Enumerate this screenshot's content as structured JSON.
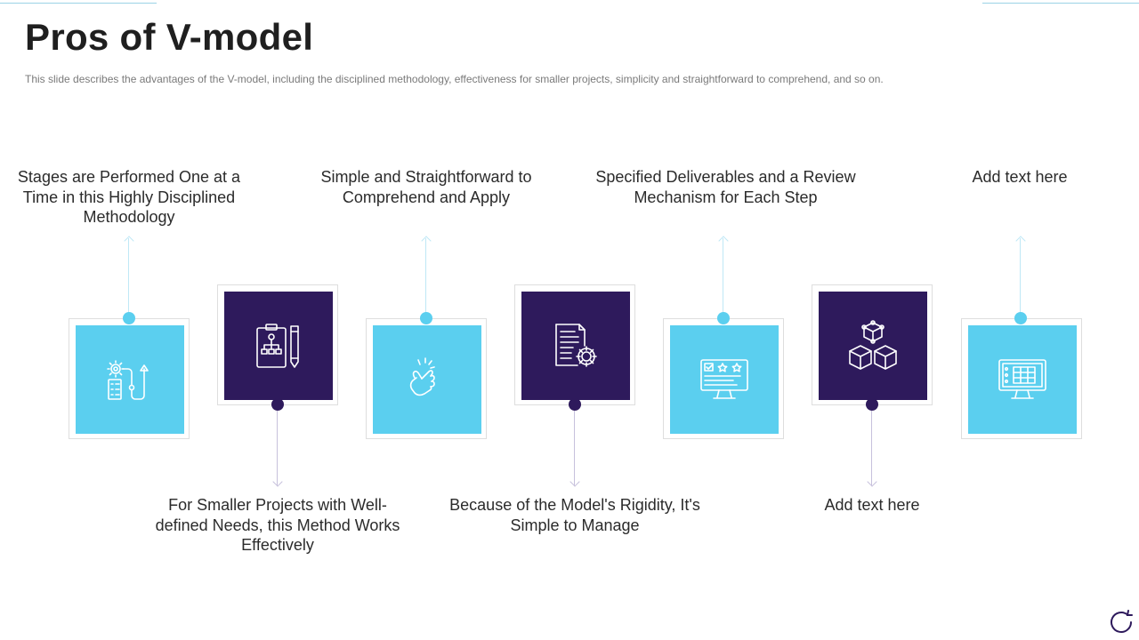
{
  "slide": {
    "title": "Pros of V-model",
    "subtitle": "This slide describes the advantages  of the V-model, including the disciplined methodology,  effectiveness  for smaller projects, simplicity and straightforward  to comprehend,  and so on."
  },
  "points": {
    "top": [
      "Stages are Performed One at a Time in this Highly Disciplined Methodology",
      "Simple and Straightforward to Comprehend and Apply",
      "Specified Deliverables and a Review Mechanism for Each Step",
      "Add text here"
    ],
    "bottom": [
      "For Smaller Projects with Well-defined Needs, this Method Works Effectively",
      "Because of the Model's Rigidity, It's Simple to Manage",
      "Add text here"
    ]
  },
  "icons": [
    "workflow-checklist-icon",
    "org-chart-clipboard-pencil-icon",
    "snap-fingers-icon",
    "document-gear-icon",
    "monitor-rating-icon",
    "cubes-icon",
    "monitor-grid-icon"
  ],
  "colors": {
    "light_tile": "#5bcfef",
    "dark_tile": "#2e1a5c",
    "title": "#1f1f1f",
    "subtitle": "#7a7a7a"
  }
}
